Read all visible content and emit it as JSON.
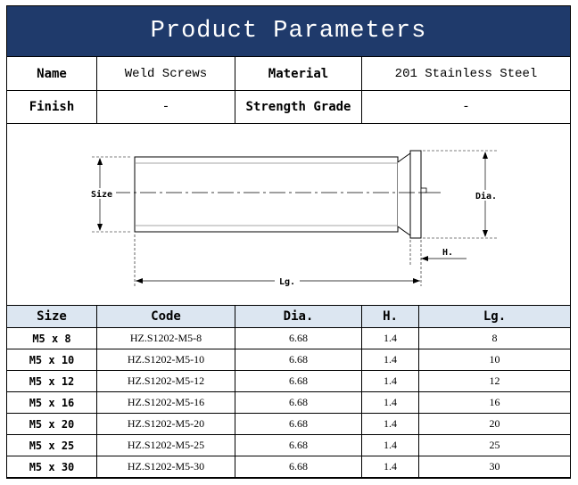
{
  "title": "Product Parameters",
  "info_rows": [
    {
      "label1": "Name",
      "value1": "Weld Screws",
      "label2": "Material",
      "value2": "201 Stainless Steel"
    },
    {
      "label1": "Finish",
      "value1": "-",
      "label2": "Strength Grade",
      "value2": "-"
    }
  ],
  "drawing": {
    "size_label": "Size",
    "dia_label": "Dia.",
    "h_label": "H.",
    "lg_label": "Lg."
  },
  "table": {
    "headers": [
      "Size",
      "Code",
      "Dia.",
      "H.",
      "Lg."
    ],
    "rows": [
      [
        "M5 x 8",
        "HZ.S1202-M5-8",
        "6.68",
        "1.4",
        "8"
      ],
      [
        "M5 x 10",
        "HZ.S1202-M5-10",
        "6.68",
        "1.4",
        "10"
      ],
      [
        "M5 x 12",
        "HZ.S1202-M5-12",
        "6.68",
        "1.4",
        "12"
      ],
      [
        "M5 x 16",
        "HZ.S1202-M5-16",
        "6.68",
        "1.4",
        "16"
      ],
      [
        "M5 x 20",
        "HZ.S1202-M5-20",
        "6.68",
        "1.4",
        "20"
      ],
      [
        "M5 x 25",
        "HZ.S1202-M5-25",
        "6.68",
        "1.4",
        "25"
      ],
      [
        "M5 x 30",
        "HZ.S1202-M5-30",
        "6.68",
        "1.4",
        "30"
      ]
    ]
  },
  "colors": {
    "title_bg": "#1f3a6b",
    "header_bg": "#dce6f1"
  }
}
